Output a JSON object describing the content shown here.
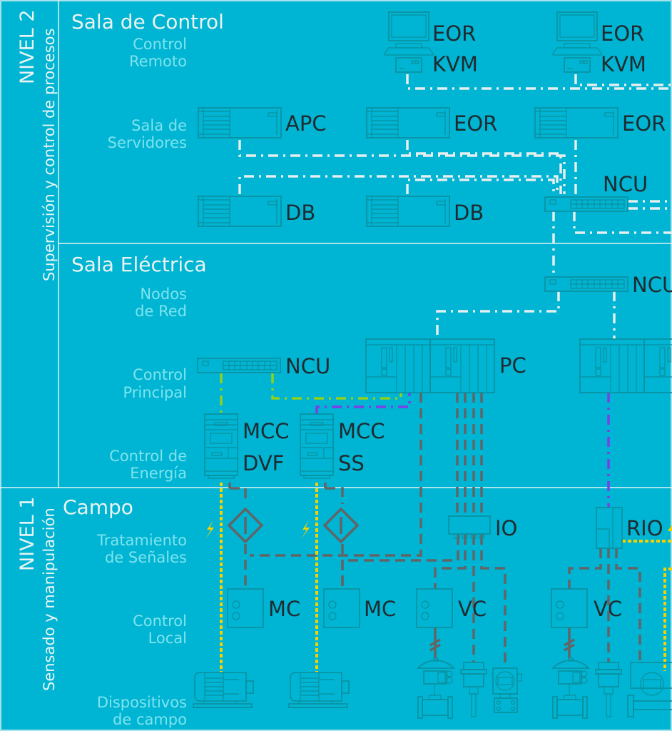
{
  "colors": {
    "background": "#00b5d3",
    "network_line": "#e6eef0",
    "green_line": "#8fd11e",
    "purple_line": "#7b3fe6",
    "signal_line": "#626466",
    "power_line": "#f5d100",
    "equipment_outline": "#0b8f9e",
    "row_label": "#7fe3ee",
    "device_label": "#1f2b30"
  },
  "levels": [
    {
      "title": "NIVEL 2",
      "subtitle": "Supervisión y control de procesos"
    },
    {
      "title": "NIVEL 1",
      "subtitle": "Sensado y manipulación"
    }
  ],
  "sections": [
    {
      "title": "Sala de Control",
      "rows": [
        {
          "line1": "Control",
          "line2": "Remoto"
        },
        {
          "line1": "Sala de",
          "line2": "Servidores"
        }
      ]
    },
    {
      "title": "Sala Eléctrica",
      "rows": [
        {
          "line1": "Nodos",
          "line2": "de Red"
        },
        {
          "line1": "Control",
          "line2": "Principal"
        },
        {
          "line1": "Control de",
          "line2": "Energía"
        }
      ]
    },
    {
      "title": "Campo",
      "rows": [
        {
          "line1": "Tratamiento",
          "line2": "de Señales"
        },
        {
          "line1": "Control",
          "line2": "Local"
        },
        {
          "line1": "Dispositivos",
          "line2": "de campo"
        }
      ]
    }
  ],
  "devices": {
    "workstation_1": {
      "line1": "EOR",
      "line2": "KVM"
    },
    "workstation_2": {
      "line1": "EOR",
      "line2": "KVM"
    },
    "server_apc": "APC",
    "server_eor_1": "EOR",
    "server_eor_2": "EOR",
    "server_db_1": "DB",
    "server_db_2": "DB",
    "switch_servers": "NCU",
    "switch_nodes": "NCU",
    "switch_main": "NCU",
    "plc": "PC",
    "mcc_1": {
      "line1": "MCC",
      "line2": "DVF"
    },
    "mcc_2": {
      "line1": "MCC",
      "line2": "SS"
    },
    "io": "IO",
    "rio": "RIO",
    "mc_1": "MC",
    "mc_2": "MC",
    "vc_1": "VC",
    "vc_2": "VC"
  }
}
